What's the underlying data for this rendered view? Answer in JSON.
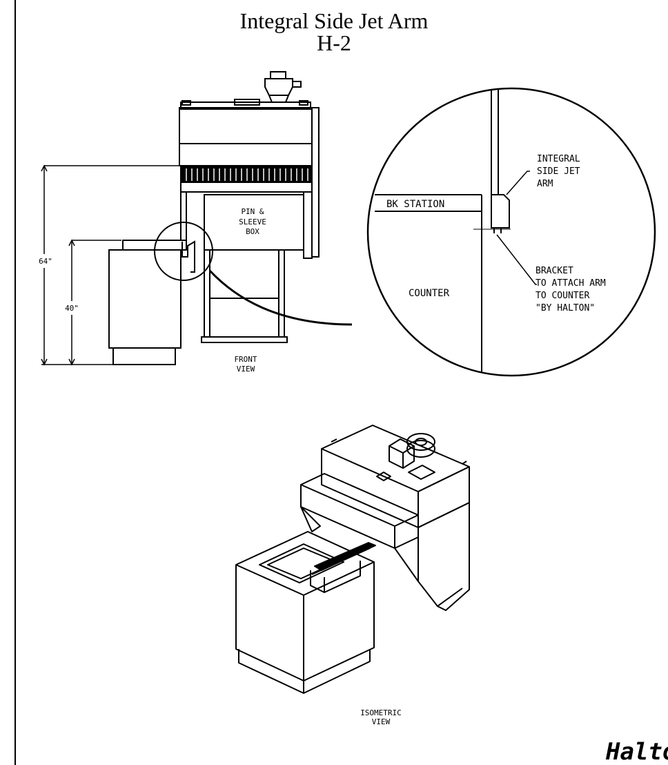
{
  "title": {
    "line1": "Integral Side Jet Arm",
    "line2": "H-2"
  },
  "front_view": {
    "label_line1": "FRONT",
    "label_line2": "VIEW",
    "dimension_total": "64\"",
    "dimension_counter": "40\"",
    "box_label_line1": "PIN &",
    "box_label_line2": "SLEEVE",
    "box_label_line3": "BOX"
  },
  "detail": {
    "station_label": "BK STATION",
    "counter_label": "COUNTER",
    "arm_label_line1": "INTEGRAL",
    "arm_label_line2": "SIDE JET",
    "arm_label_line3": "ARM",
    "bracket_line1": "BRACKET",
    "bracket_line2": "TO ATTACH ARM",
    "bracket_line3": "TO COUNTER",
    "bracket_line4": "\"BY HALTON\""
  },
  "isometric_view": {
    "label_line1": "ISOMETRIC",
    "label_line2": "VIEW"
  },
  "logo": {
    "text": "Halton"
  },
  "colors": {
    "ink": "#000000",
    "paper": "#ffffff"
  }
}
